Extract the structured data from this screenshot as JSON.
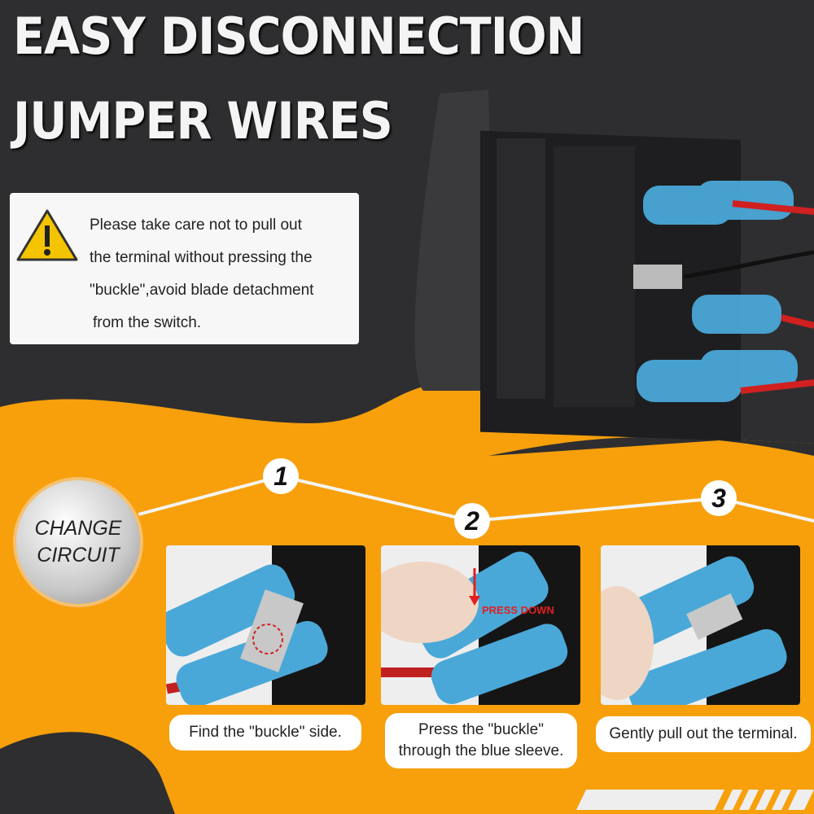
{
  "headline": {
    "line1": "EASY DISCONNECTION",
    "line2": "JUMPER WIRES"
  },
  "warning": {
    "icon": "warning-triangle-icon",
    "lines": [
      "Please take care not to pull out",
      "the terminal without pressing the",
      "\"buckle\",avoid blade detachment",
      "from the switch."
    ]
  },
  "badge": {
    "line1": "CHANGE",
    "line2": "CIRCUIT"
  },
  "steps": [
    {
      "number": "1",
      "caption": "Find the \"buckle\" side."
    },
    {
      "number": "2",
      "caption_line1": "Press the \"buckle\"",
      "caption_line2": "through the blue sleeve.",
      "annotation": "PRESS DOWN"
    },
    {
      "number": "3",
      "caption": "Gently pull out the terminal."
    }
  ],
  "colors": {
    "orange": "#f7a00c",
    "dark": "#2e2e30",
    "sleeve": "#4aa8d8"
  }
}
